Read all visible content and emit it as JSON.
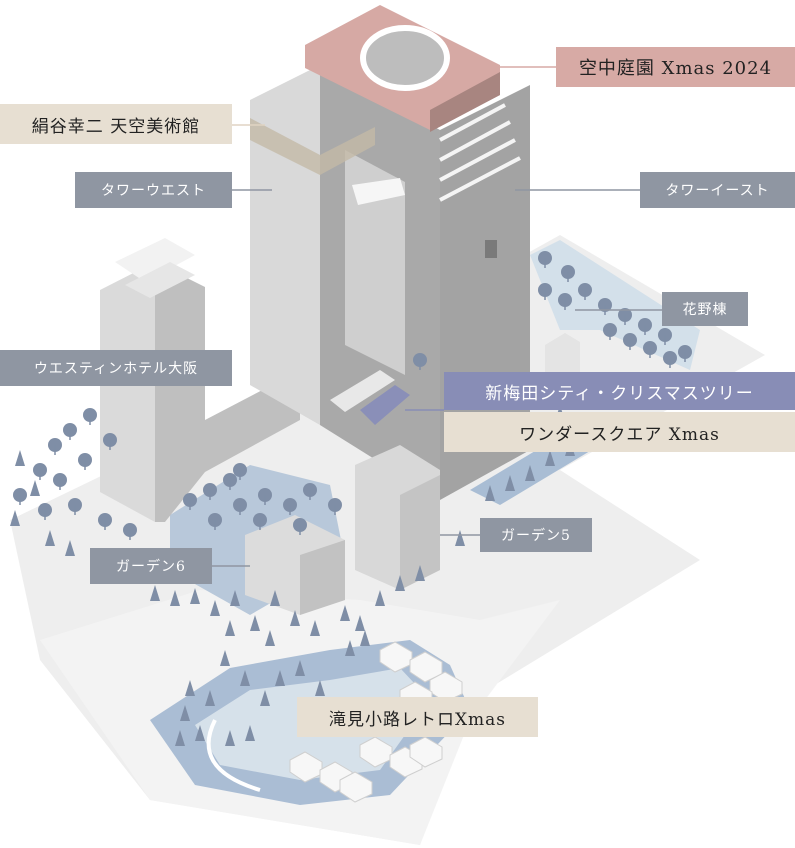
{
  "labels": {
    "sky_garden": "空中庭園 Xmas 2024",
    "museum": "絹谷幸二 天空美術館",
    "tower_west": "タワーウエスト",
    "tower_east": "タワーイースト",
    "hanano": "花野棟",
    "westin": "ウエスティンホテル大阪",
    "xmas_tree": "新梅田シティ・クリスマスツリー",
    "wonder_square": "ワンダースクエア Xmas",
    "garden5": "ガーデン5",
    "garden6": "ガーデン6",
    "takimi": "滝見小路レトロXmas"
  },
  "colors": {
    "gray_label": "#8f96a2",
    "beige_label": "#e7dfd2",
    "pink_label": "#d7aaa5",
    "purple_label": "#888db6",
    "water": "#aabdd4",
    "tree": "#7f8ea6"
  }
}
